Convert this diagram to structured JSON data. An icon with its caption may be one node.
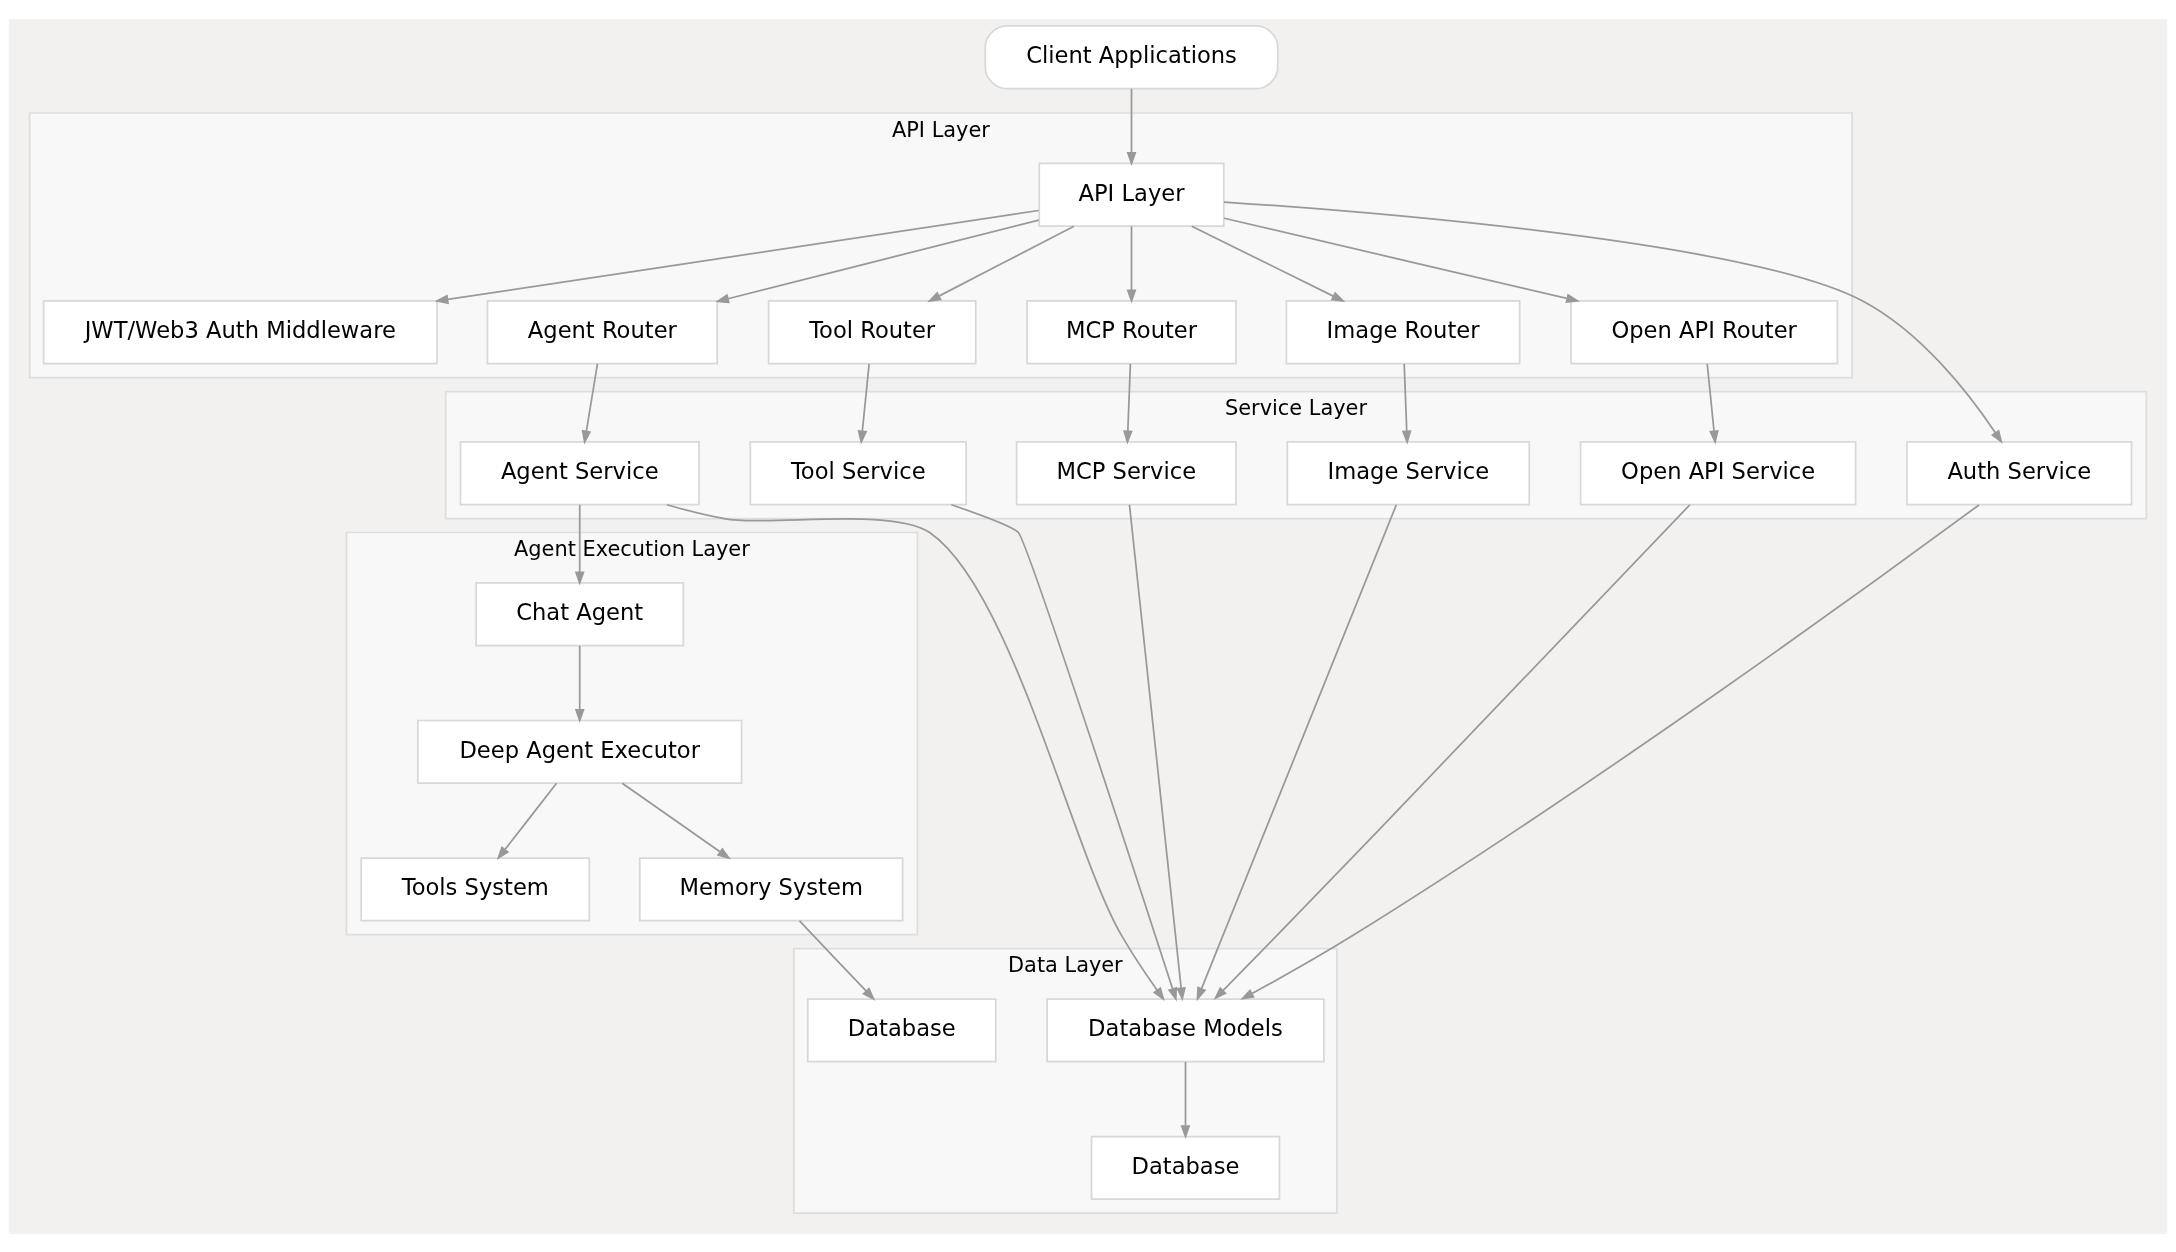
{
  "diagram": {
    "nodes": [
      {
        "text": [
          "Client Applications"
        ]
      },
      {
        "text": [
          "API Layer"
        ]
      },
      {
        "text": [
          "API Layer"
        ],
        "in": 1
      },
      {
        "text": [
          "JWT/Web3 Auth Middleware"
        ],
        "in": 1
      },
      {
        "text": [
          "Agent Router"
        ],
        "in": 1
      },
      {
        "text": [
          "Tool Router"
        ],
        "in": 1
      },
      {
        "text": [
          "MCP Router"
        ],
        "in": 1
      },
      {
        "text": [
          "Image Router"
        ],
        "in": 1
      },
      {
        "text": [
          "Open API Router"
        ],
        "in": 1
      },
      {
        "text": [
          "Service Layer"
        ]
      },
      {
        "text": [
          "Agent Service"
        ],
        "in": 9
      },
      {
        "text": [
          "Tool Service"
        ],
        "in": 9
      },
      {
        "text": [
          "MCP Service"
        ],
        "in": 9
      },
      {
        "text": [
          "Image Service"
        ],
        "in": 9
      },
      {
        "text": [
          "Open API Service"
        ],
        "in": 9
      },
      {
        "text": [
          "Auth Service"
        ],
        "in": 9
      },
      {
        "text": [
          "Agent Execution Layer"
        ]
      },
      {
        "text": [
          "Chat Agent"
        ],
        "in": 16
      },
      {
        "text": [
          "Deep Agent Executor"
        ],
        "in": 16
      },
      {
        "text": [
          "Tools System"
        ],
        "in": 16
      },
      {
        "text": [
          "Memory System"
        ],
        "in": 16
      },
      {
        "text": [
          "Data Layer"
        ]
      },
      {
        "text": [
          "Database Models"
        ],
        "in": 21
      },
      {
        "text": [
          "Database"
        ],
        "in": 21
      },
      {
        "text": [
          "Database"
        ],
        "in": 21
      }
    ],
    "edges": [
      {
        "from": 0,
        "to": 2,
        "arrow": "to"
      },
      {
        "from": 2,
        "to": 3,
        "arrow": "to"
      },
      {
        "from": 2,
        "to": 4,
        "arrow": "to"
      },
      {
        "from": 2,
        "to": 5,
        "arrow": "to"
      },
      {
        "from": 2,
        "to": 6,
        "arrow": "to"
      },
      {
        "from": 2,
        "to": 7,
        "arrow": "to"
      },
      {
        "from": 2,
        "to": 8,
        "arrow": "to"
      },
      {
        "from": 2,
        "to": 15,
        "arrow": "to"
      },
      {
        "from": 4,
        "to": 10,
        "arrow": "to"
      },
      {
        "from": 5,
        "to": 11,
        "arrow": "to"
      },
      {
        "from": 6,
        "to": 12,
        "arrow": "to"
      },
      {
        "from": 7,
        "to": 13,
        "arrow": "to"
      },
      {
        "from": 8,
        "to": 14,
        "arrow": "to"
      },
      {
        "from": 10,
        "to": 17,
        "arrow": "to"
      },
      {
        "from": 10,
        "to": 22,
        "arrow": "to"
      },
      {
        "from": 11,
        "to": 22,
        "arrow": "to"
      },
      {
        "from": 12,
        "to": 22,
        "arrow": "to"
      },
      {
        "from": 13,
        "to": 22,
        "arrow": "to"
      },
      {
        "from": 14,
        "to": 22,
        "arrow": "to"
      },
      {
        "from": 15,
        "to": 22,
        "arrow": "to"
      },
      {
        "from": 17,
        "to": 18,
        "arrow": "to"
      },
      {
        "from": 18,
        "to": 19,
        "arrow": "to"
      },
      {
        "from": 18,
        "to": 20,
        "arrow": "to"
      },
      {
        "from": 20,
        "to": 23,
        "arrow": "to"
      },
      {
        "from": 22,
        "to": 24,
        "arrow": "to"
      }
    ]
  }
}
